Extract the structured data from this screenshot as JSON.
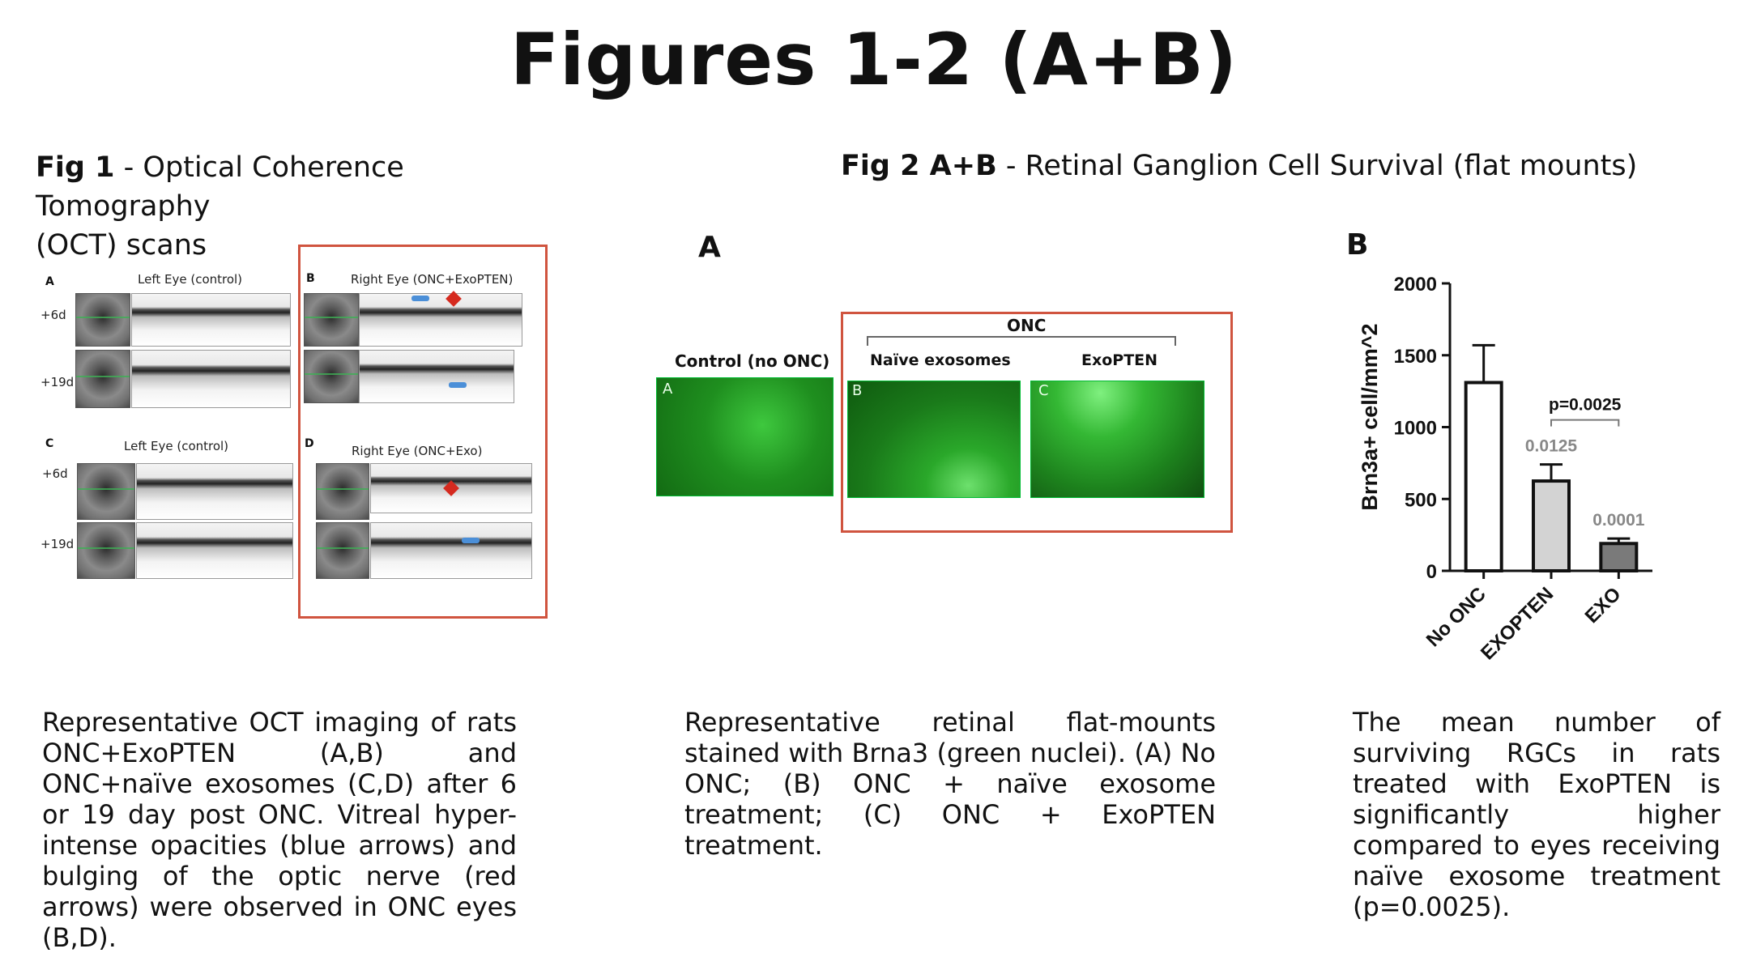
{
  "title": "Figures 1-2 (A+B)",
  "fig1": {
    "label": "Fig 1",
    "separator": " - ",
    "heading_line1": "Optical Coherence Tomography",
    "heading_line2": "(OCT) scans",
    "panel_A": "A",
    "panel_B": "B",
    "panel_C": "C",
    "panel_D": "D",
    "caption_A": "Left Eye (control)",
    "caption_B": "Right Eye (ONC+ExoPTEN)",
    "caption_C": "Left Eye (control)",
    "caption_D": "Right Eye (ONC+Exo)",
    "day6": "+6d",
    "day19": "+19d",
    "description": "Representative OCT imaging of rats ONC+ExoPTEN (A,B) and ONC+naïve exosomes (C,D) after 6 or 19 day post ONC. Vitreal hyper-intense opacities (blue arrows) and bulging of the optic nerve (red arrows) were observed in ONC eyes (B,D)."
  },
  "fig2": {
    "label": "Fig 2 A+B",
    "separator": " - ",
    "heading": "Retinal Ganglion Cell Survival (flat mounts)",
    "panel_A_letter": "A",
    "panel_B_letter": "B",
    "onc_label": "ONC",
    "control_label": "Control (no ONC)",
    "naive_label": "Naïve exosomes",
    "exopten_label": "ExoPTEN",
    "img_A": "A",
    "img_B": "B",
    "img_C": "C",
    "description_A": "Representative retinal flat-mounts stained with Brna3 (green nuclei). (A)  No ONC; (B) ONC + naïve exosome treatment; (C) ONC + ExoPTEN treatment.",
    "description_B": "The mean number of surviving RGCs in rats treated with ExoPTEN is significantly higher compared to eyes receiving naïve exosome treatment (p=0.0025)."
  },
  "chart_data": {
    "type": "bar",
    "categories": [
      "No ONC",
      "EXOPTEN",
      "EXO"
    ],
    "values": [
      1310,
      625,
      190
    ],
    "errors": [
      260,
      115,
      35
    ],
    "ylabel": "Brn3a+ cell/mm^2",
    "ylim": [
      0,
      2000
    ],
    "yticks": [
      0,
      500,
      1000,
      1500,
      2000
    ],
    "bar_colors": [
      "#ffffff",
      "#d3d3d3",
      "#7a7a7a"
    ],
    "annotations": [
      "0.0125",
      "0.0001"
    ],
    "comparison_label": "p=0.0025",
    "grid": false
  }
}
